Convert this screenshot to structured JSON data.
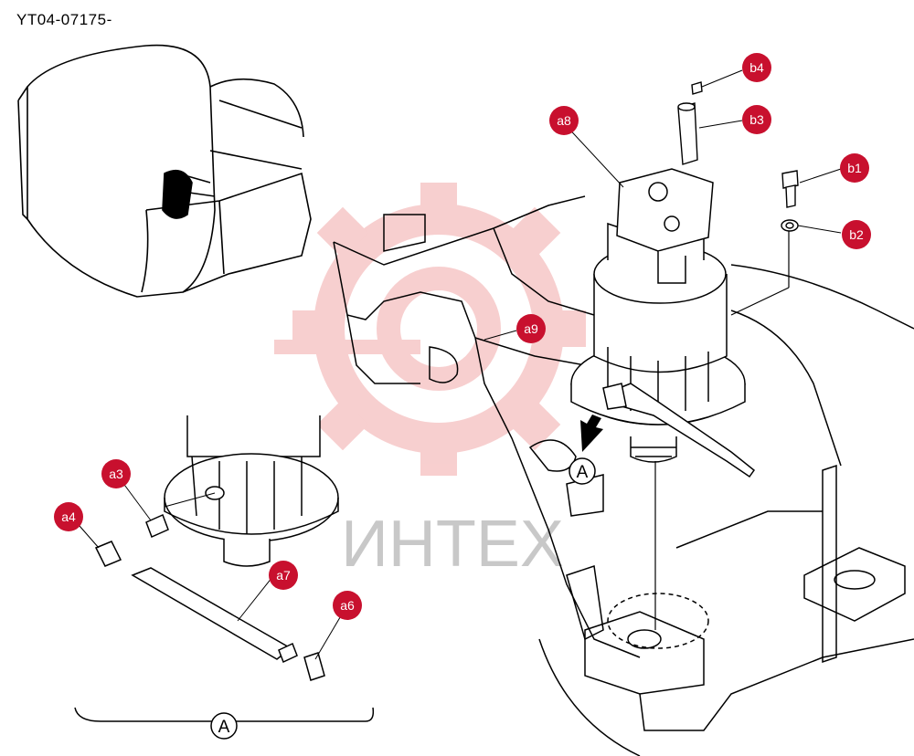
{
  "doc_id": "YT04-07175-",
  "watermark": "ИНТЕХ",
  "view_label": "A",
  "colors": {
    "callout": "#c8102e",
    "line": "#000000",
    "watermark": "#f2a8a8",
    "watermark_text": "#c8c8c8"
  },
  "callouts": [
    {
      "id": "b4",
      "label": "b4"
    },
    {
      "id": "b3",
      "label": "b3"
    },
    {
      "id": "a8",
      "label": "a8"
    },
    {
      "id": "b1",
      "label": "b1"
    },
    {
      "id": "b2",
      "label": "b2"
    },
    {
      "id": "a9",
      "label": "a9"
    },
    {
      "id": "a3",
      "label": "a3"
    },
    {
      "id": "a4",
      "label": "a4"
    },
    {
      "id": "a7",
      "label": "a7"
    },
    {
      "id": "a6",
      "label": "a6"
    }
  ]
}
